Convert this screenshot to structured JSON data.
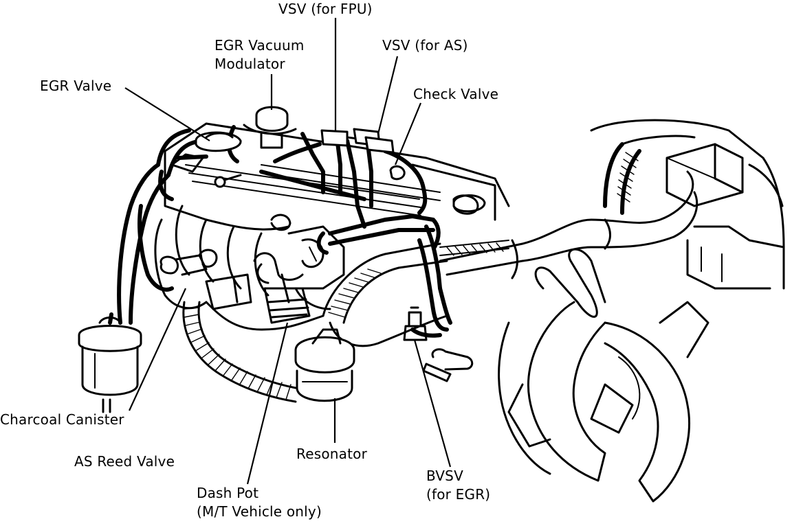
{
  "labels": {
    "vsv_fpu": "VSV (for FPU)",
    "egr_vacuum_modulator": [
      "EGR Vacuum",
      "Modulator"
    ],
    "vsv_as": "VSV (for AS)",
    "egr_valve": "EGR Valve",
    "check_valve": "Check Valve",
    "charcoal_canister": "Charcoal Canister",
    "as_reed_valve": "AS Reed Valve",
    "dash_pot": [
      "Dash Pot",
      "(M/T Vehicle only)"
    ],
    "resonator": "Resonator",
    "bvsv": [
      "BVSV",
      "(for EGR)"
    ]
  },
  "colors": {
    "ink": "#000000",
    "paper": "#ffffff"
  }
}
